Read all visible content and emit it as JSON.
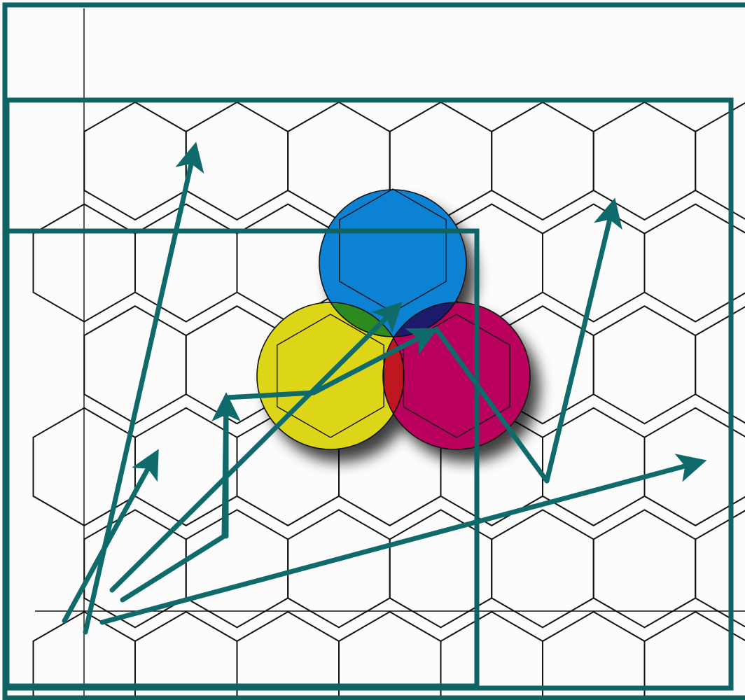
{
  "colors": {
    "background": "#fcfcfc",
    "frame": "#0f6363",
    "arrow": "#0f6b6b",
    "hex_stroke": "#111111",
    "axis": "#111111",
    "circle_blue": "#0b82d4",
    "circle_yellow": "#ddd618",
    "circle_magenta": "#b8005c",
    "overlap_blue_yellow": "#2d8a1f",
    "overlap_blue_magenta": "#1c1a6a",
    "overlap_yellow_magenta": "#c0161f",
    "overlap_center": "#222222"
  },
  "diagram": {
    "description_icons": [
      "hexagon-grid",
      "cmyk-venn-circles",
      "arrow-paths",
      "rectangular-frames",
      "axis-lines"
    ]
  }
}
